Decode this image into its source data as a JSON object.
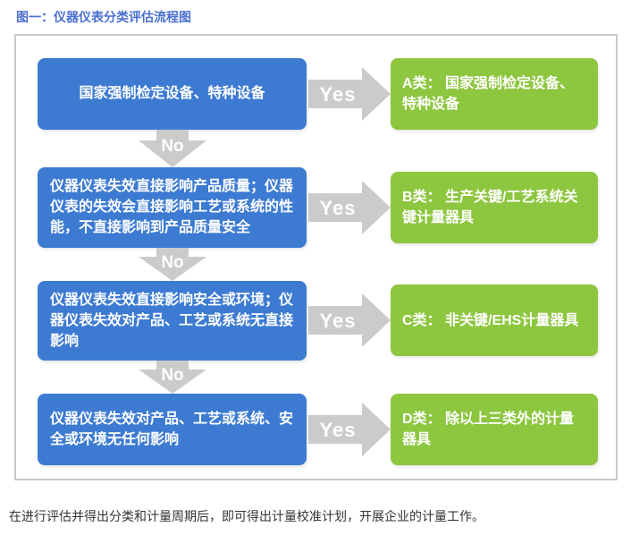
{
  "title": "图一：仪器仪表分类评估流程图",
  "colors": {
    "blue": "#3D7BD3",
    "green": "#8DC63F",
    "arrow": "#CBCBCB",
    "title": "#4A6FD0",
    "border": "#C9C9C9",
    "text": "#333333"
  },
  "flowchart": {
    "rows": [
      {
        "condition": "国家强制检定设备、特种设备",
        "yes_label": "Yes",
        "result": "A类： 国家强制检定设备、特种设备",
        "no_label": "No"
      },
      {
        "condition": "仪器仪表失效直接影响产品质量；仪器仪表的失效会直接影响工艺或系统的性能，不直接影响到产品质量安全",
        "yes_label": "Yes",
        "result": "B类： 生产关键/工艺系统关键计量器具",
        "no_label": "No"
      },
      {
        "condition": "仪器仪表失效直接影响安全或环境；仪器仪表失效对产品、工艺或系统无直接影响",
        "yes_label": "Yes",
        "result": "C类： 非关键/EHS计量器具",
        "no_label": "No"
      },
      {
        "condition": "仪器仪表失效对产品、工艺或系统、安全或环境无任何影响",
        "yes_label": "Yes",
        "result": "D类： 除以上三类外的计量器具"
      }
    ]
  },
  "footer": "在进行评估并得出分类和计量周期后，即可得出计量校准计划，开展企业的计量工作。"
}
